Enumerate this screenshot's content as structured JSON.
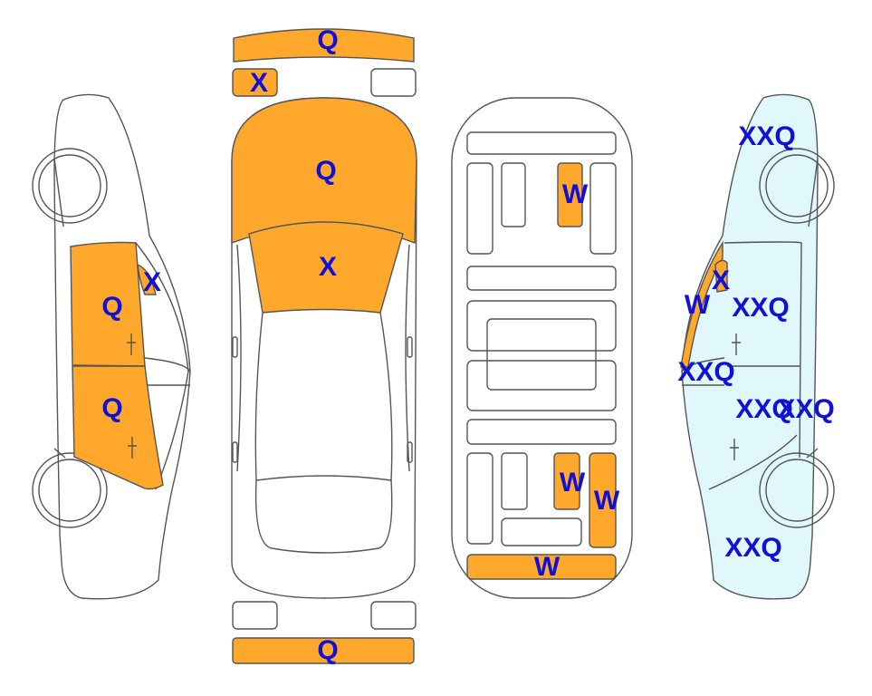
{
  "colors": {
    "marked": "#ffa82c",
    "tinted": "#e0f7fc",
    "label": "#1010d8",
    "outline": "#555555",
    "blank": "#ffffff"
  },
  "marks": [
    {
      "id": "front-bumper-top",
      "text": "Q"
    },
    {
      "id": "front-left-lamp",
      "text": "X"
    },
    {
      "id": "hood",
      "text": "Q"
    },
    {
      "id": "windshield",
      "text": "X"
    },
    {
      "id": "left-front-door",
      "text": "Q"
    },
    {
      "id": "left-front-window",
      "text": "X"
    },
    {
      "id": "left-rear-door",
      "text": "Q"
    },
    {
      "id": "rear-bumper-bottom",
      "text": "Q"
    },
    {
      "id": "underbody-front-right-rail",
      "text": "W"
    },
    {
      "id": "underbody-rear-inner-rail",
      "text": "W"
    },
    {
      "id": "underbody-rear-outer-rail",
      "text": "W"
    },
    {
      "id": "underbody-rear-crossmember",
      "text": "W"
    },
    {
      "id": "right-front-fender",
      "text": "XXQ"
    },
    {
      "id": "right-a-pillar-glass",
      "text": "X"
    },
    {
      "id": "right-a-pillar",
      "text": "W"
    },
    {
      "id": "right-front-door",
      "text": "XXQ"
    },
    {
      "id": "right-b-pillar",
      "text": "XXQ"
    },
    {
      "id": "right-rear-door",
      "text": "XXQ"
    },
    {
      "id": "right-rear-door-overlap",
      "text": "XXQ"
    },
    {
      "id": "right-rear-quarter",
      "text": "XXQ"
    }
  ]
}
